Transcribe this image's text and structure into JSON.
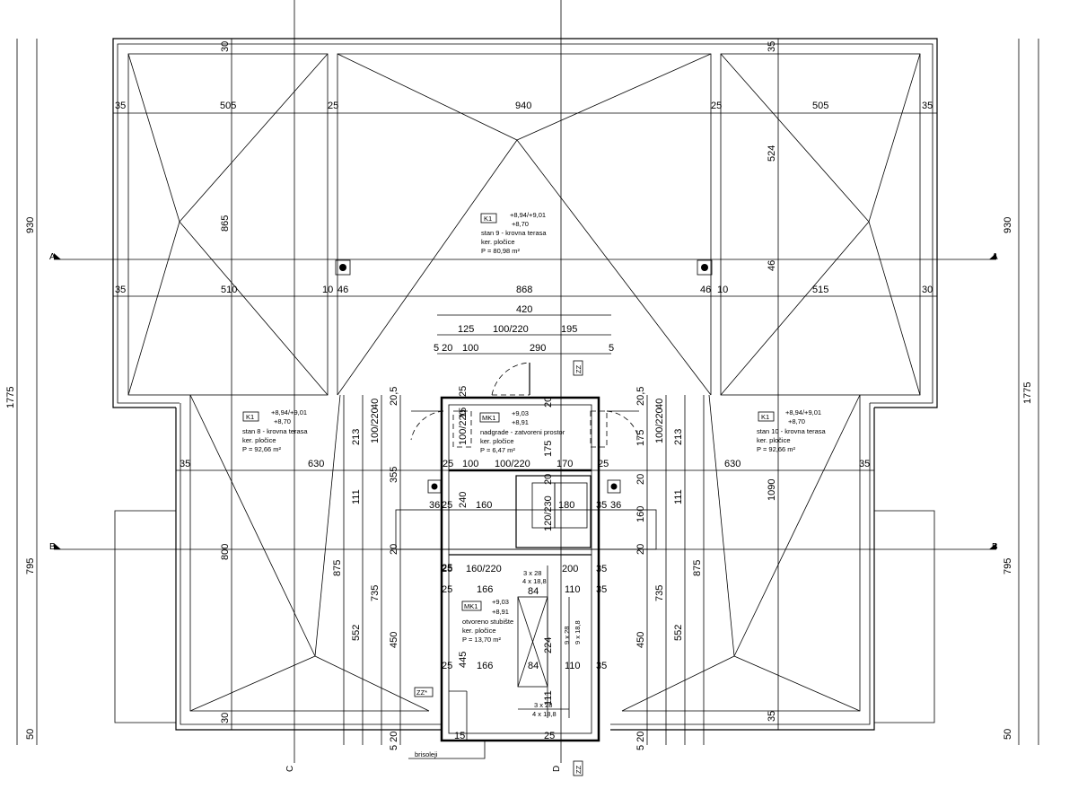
{
  "axes": {
    "A": "A",
    "B": "B",
    "C": "C",
    "D": "D"
  },
  "rooms": {
    "stan9": {
      "tag": "K1",
      "level_top": "+8,94/+9,01",
      "level_bot": "+8,70",
      "name": "stan 9 - krovna terasa",
      "finish": "ker. pločice",
      "area": "P = 80,98 m²"
    },
    "stan8": {
      "tag": "K1",
      "level_top": "+8,94/+9,01",
      "level_bot": "+8,70",
      "name": "stan 8 - krovna terasa",
      "finish": "ker. pločice",
      "area": "P = 92,66 m²"
    },
    "stan10": {
      "tag": "K1",
      "level_top": "+8,94/+9,01",
      "level_bot": "+8,70",
      "name": "stan 10 - krovna terasa",
      "finish": "ker. pločice",
      "area": "P = 92,66 m²"
    },
    "nadgrade": {
      "tag": "MK1",
      "level_top": "+9,03",
      "level_bot": "+8,91",
      "name": "nadgrade - zatvoreni prostor",
      "finish": "ker. pločice",
      "area": "P = 6,47 m²"
    },
    "stubiste": {
      "tag": "MK1",
      "level_top": "+9,03",
      "level_bot": "+8,91",
      "name": "otvoreno stubište",
      "finish": "ker. pločice",
      "area": "P = 13,70 m²"
    }
  },
  "tags": {
    "zz_top": "ZZ",
    "zz_mid": "ZZ*",
    "zz_bot": "ZZ",
    "brisoleji": "brisoleji"
  },
  "dims": {
    "top_left_35": "35",
    "top_505_left": "505",
    "top_25_left": "25",
    "top_940": "940",
    "top_25_right": "25",
    "top_505_right": "505",
    "top_35_right": "35",
    "row2_35_left": "35",
    "row2_510": "510",
    "row2_10_left": "10",
    "row2_46_left": "46",
    "row2_868": "868",
    "row2_46_right": "46",
    "row2_10_right": "10",
    "row2_515": "515",
    "row2_30_right": "30",
    "d420": "420",
    "d125": "125",
    "d100_220_a": "100/220",
    "d195": "195",
    "d5_20": "5 20",
    "d100_a": "100",
    "d290": "290",
    "d5_a": "5",
    "row3_35_left": "35",
    "row3_630_left": "630",
    "row3_25": "25",
    "row3_100": "100",
    "row3_100_220": "100/220",
    "row3_170": "170",
    "row3_25_right": "25",
    "row3_630_right": "630",
    "row3_35_right": "35",
    "v_left_1775": "1775",
    "v_left_930": "930",
    "v_left_795": "795",
    "v_left_50": "50",
    "v_right_1775": "1775",
    "v_right_930": "930",
    "v_right_795": "795",
    "v_right_50": "50",
    "v_30_top_left": "30",
    "v_30_bot_left": "30",
    "v_35_top_right": "35",
    "v_35_bot_right": "35",
    "v_865": "865",
    "v_524": "524",
    "v_46": "46",
    "v_1090": "1090",
    "v_800": "800",
    "v_875_left": "875",
    "v_875_right": "875",
    "v_552_left": "552",
    "v_552_right": "552",
    "v_735_left": "735",
    "v_735_right": "735",
    "v_450_left": "450",
    "v_450_right": "450",
    "v_111_left": "111",
    "v_111_right": "111",
    "v_213_left": "213",
    "v_213_right": "213",
    "v_355": "355",
    "v_100_220_l": "100/220",
    "v_100_220_l2": "100/220",
    "v_100_220_r": "100/220",
    "v_175_a": "175",
    "v_175_b": "175",
    "v_20_5_l": "20,5",
    "v_20_5_r": "20,5",
    "v_40_l": "40",
    "v_40_r": "40",
    "v_25_a": "25",
    "v_15": "15",
    "v_20_a": "20",
    "v_20_b": "20",
    "v_20_c": "20",
    "v_20_d": "20",
    "v_20_e": "20",
    "v_240": "240",
    "v_120_230": "120/230",
    "v_160": "160",
    "v_445": "445",
    "v_5_20_l": "5 20",
    "v_5_20_r": "5 20",
    "v_224": "224",
    "v_111_c": "111",
    "s_36": "36",
    "s_25_a": "25",
    "s_160": "160",
    "s_180": "180",
    "s_35_a": "35",
    "s_36_b": "36",
    "s_160_220": "160/220",
    "s_3x28": "3 x 28",
    "s_4x18": "4 x 18,8",
    "s_200": "200",
    "s_35_b": "35",
    "s_166_a": "166",
    "s_84_a": "84",
    "s_110_a": "110",
    "s_35_c": "35",
    "s_9x28": "9 x 28",
    "s_9x18": "9 x 18,8",
    "s_166_b": "166",
    "s_84_b": "84",
    "s_110_b": "110",
    "s_35_d": "35",
    "s_3x28_b": "3 x 28",
    "s_4x18_b": "4 x 18,8",
    "s_25_b": "25",
    "s_25_c": "25",
    "s_25_d": "25",
    "s_25_e": "25",
    "s_25_f": "25",
    "s_15_b": "15"
  }
}
